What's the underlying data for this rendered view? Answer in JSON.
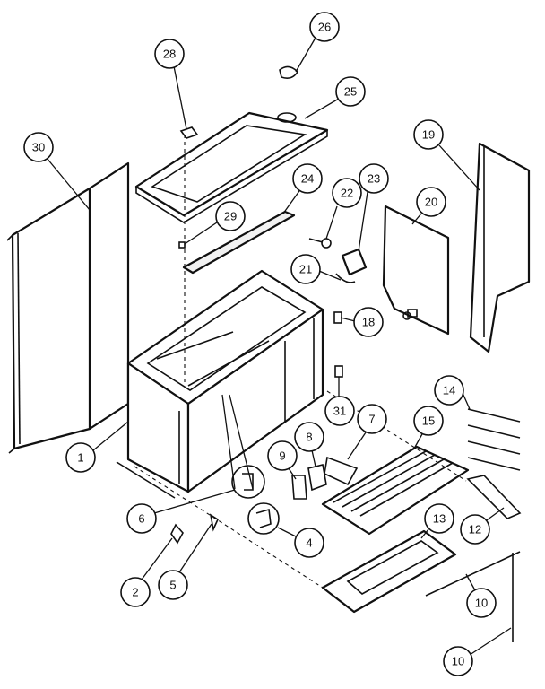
{
  "callouts": [
    {
      "id": "c26",
      "label": "26"
    },
    {
      "id": "c28",
      "label": "28"
    },
    {
      "id": "c25",
      "label": "25"
    },
    {
      "id": "c30",
      "label": "30"
    },
    {
      "id": "c19",
      "label": "19"
    },
    {
      "id": "c24",
      "label": "24"
    },
    {
      "id": "c22",
      "label": "22"
    },
    {
      "id": "c23",
      "label": "23"
    },
    {
      "id": "c29",
      "label": "29"
    },
    {
      "id": "c20",
      "label": "20"
    },
    {
      "id": "c21",
      "label": "21"
    },
    {
      "id": "c18",
      "label": "18"
    },
    {
      "id": "c14",
      "label": "14"
    },
    {
      "id": "c31",
      "label": "31"
    },
    {
      "id": "c15",
      "label": "15"
    },
    {
      "id": "c7",
      "label": "7"
    },
    {
      "id": "c8",
      "label": "8"
    },
    {
      "id": "c9",
      "label": "9"
    },
    {
      "id": "c1",
      "label": "1"
    },
    {
      "id": "c6",
      "label": "6"
    },
    {
      "id": "c13",
      "label": "13"
    },
    {
      "id": "c12",
      "label": "12"
    },
    {
      "id": "c4",
      "label": "4"
    },
    {
      "id": "c2",
      "label": "2"
    },
    {
      "id": "c5",
      "label": "5"
    },
    {
      "id": "c10a",
      "label": "10"
    },
    {
      "id": "c10b",
      "label": "10"
    }
  ]
}
